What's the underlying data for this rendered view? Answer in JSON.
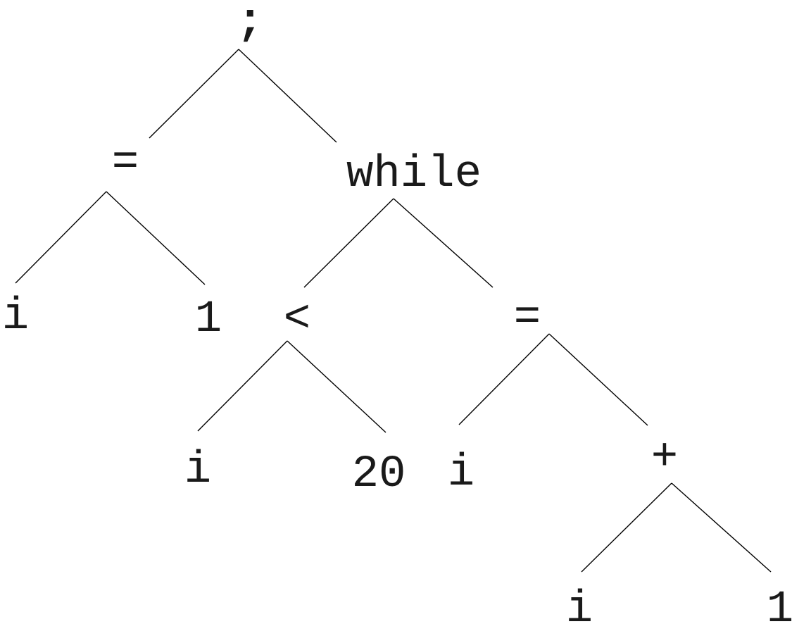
{
  "tree": {
    "root": ";",
    "nodes": [
      {
        "id": "semi",
        "label": ";"
      },
      {
        "id": "assign1",
        "label": "="
      },
      {
        "id": "while",
        "label": "while"
      },
      {
        "id": "i1",
        "label": "i"
      },
      {
        "id": "one1",
        "label": "1"
      },
      {
        "id": "lt",
        "label": "<"
      },
      {
        "id": "assign2",
        "label": "="
      },
      {
        "id": "i2",
        "label": "i"
      },
      {
        "id": "twenty",
        "label": "20"
      },
      {
        "id": "i3",
        "label": "i"
      },
      {
        "id": "plus",
        "label": "+"
      },
      {
        "id": "i4",
        "label": "i"
      },
      {
        "id": "one2",
        "label": "1"
      }
    ],
    "edges": [
      [
        "semi",
        "assign1"
      ],
      [
        "semi",
        "while"
      ],
      [
        "assign1",
        "i1"
      ],
      [
        "assign1",
        "one1"
      ],
      [
        "while",
        "lt"
      ],
      [
        "while",
        "assign2"
      ],
      [
        "lt",
        "i2"
      ],
      [
        "lt",
        "twenty"
      ],
      [
        "assign2",
        "i3"
      ],
      [
        "assign2",
        "plus"
      ],
      [
        "plus",
        "i4"
      ],
      [
        "plus",
        "one2"
      ]
    ]
  }
}
